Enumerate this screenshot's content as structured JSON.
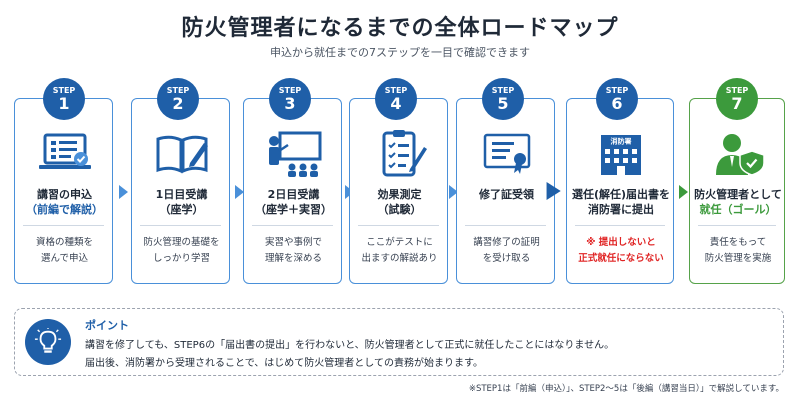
{
  "title": "防火管理者になるまでの全体ロードマップ",
  "subtitle": "申込から就任までの7ステップを一目で確認できます",
  "step_label": "STEP",
  "steps": [
    {
      "num": "1",
      "title": "講習の申込",
      "sub": "（前編で解説）",
      "desc1": "資格の種類を",
      "desc2": "選んで申込",
      "icon": "laptop-checklist-icon"
    },
    {
      "num": "2",
      "title": "1日目受講",
      "sub": "（座学）",
      "desc1": "防火管理の基礎を",
      "desc2": "しっかり学習",
      "icon": "open-book-icon"
    },
    {
      "num": "3",
      "title": "2日目受講",
      "sub": "（座学＋実習）",
      "desc1": "実習や事例で",
      "desc2": "理解を深める",
      "icon": "lecture-icon"
    },
    {
      "num": "4",
      "title": "効果測定",
      "sub": "（試験）",
      "desc1": "ここがテストに",
      "desc2": "出ますの解説あり",
      "icon": "clipboard-check-icon"
    },
    {
      "num": "5",
      "title": "修了証受領",
      "sub": "",
      "desc1": "講習修了の証明",
      "desc2": "を受け取る",
      "icon": "certificate-icon"
    },
    {
      "num": "6",
      "title": "選任(解任)届出書を",
      "sub": "消防署に提出",
      "desc1": "※ 提出しないと",
      "desc2": "正式就任にならない",
      "icon": "fire-station-icon",
      "building_label": "消防署"
    },
    {
      "num": "7",
      "title": "防火管理者として",
      "sub": "就任（ゴール）",
      "desc1": "責任をもって",
      "desc2": "防火管理を実施",
      "icon": "manager-shield-icon"
    }
  ],
  "point": {
    "title": "ポイント",
    "line1": "講習を修了しても、STEP6の「届出書の提出」を行わないと、防火管理者として正式に就任したことにはなりません。",
    "line2": "届出後、消防署から受理されることで、はじめて防火管理者としての責務が始まります。",
    "icon": "lightbulb-icon"
  },
  "footnote": "※STEP1は「前編（申込）」、STEP2～5は「後編（講習当日）」で解説しています。",
  "colors": {
    "primary": "#1f5fa8",
    "accent": "#4a90d9",
    "goal": "#3c9a3c",
    "warning": "#e02424"
  }
}
